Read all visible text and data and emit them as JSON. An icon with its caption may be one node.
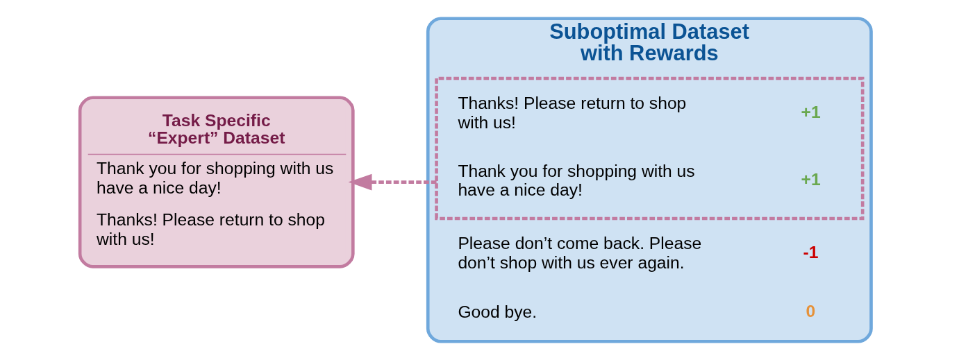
{
  "diagram": {
    "nodes": [
      {
        "text": [
          "Task Specific “Expert” Dataset",
          "Thank you for shopping with us have a nice day!",
          "Thanks! Please return to shop with us!"
        ]
      },
      {
        "text": [
          "Suboptimal Dataset with Rewards"
        ]
      },
      {
        "text": [
          "Good bye."
        ],
        "in": 1,
        "beside": [
          "0"
        ]
      },
      {
        "text": [
          "Please don’t come back. Please don’t shop with us ever again."
        ],
        "in": 1,
        "beside": [
          "-1"
        ]
      },
      {
        "text": [],
        "shape": "box",
        "in": 1
      },
      {
        "text": [
          "Thank you for shopping with us have a nice day!"
        ],
        "in": 4,
        "beside": [
          "+1"
        ]
      },
      {
        "text": [
          "Thanks! Please return to shop with us!"
        ],
        "in": 4,
        "beside": [
          "+1"
        ]
      }
    ],
    "edges": [
      {
        "from": 4,
        "to": 0,
        "arrow": "to",
        "style": "dashed",
        "color": "#c27ba0"
      }
    ]
  }
}
